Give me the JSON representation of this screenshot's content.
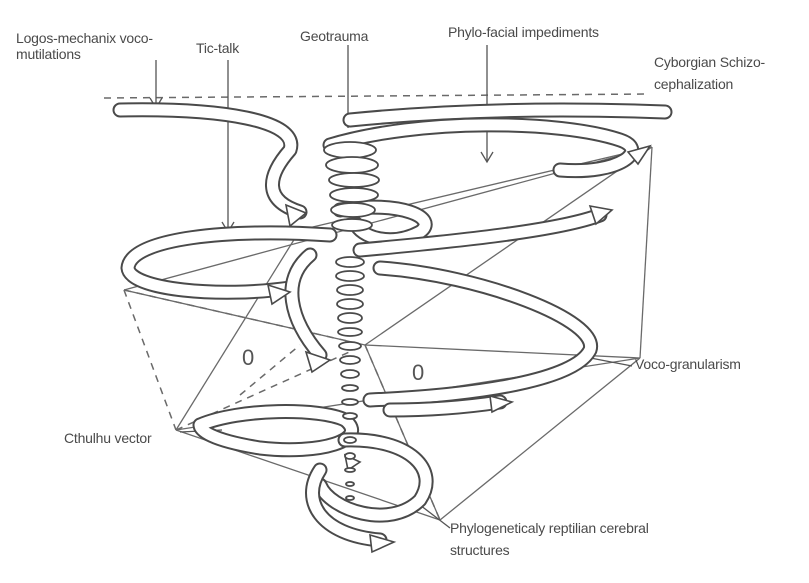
{
  "labels": {
    "logos": "Logos-mechanix voco-",
    "logos_2": "mutilations",
    "tictalk": "Tic-talk",
    "geotrauma": "Geotrauma",
    "phylo": "Phylo-facial impediments",
    "cyborgian": "Cyborgian Schizo-",
    "cyborgian_2": "cephalization",
    "voco": "Voco-granularism",
    "cthulhu": "Cthulhu vector",
    "reptilian": "Phylogeneticaly reptilian cerebral",
    "reptilian_2": "structures",
    "zero_left": "0",
    "zero_right": "0"
  }
}
